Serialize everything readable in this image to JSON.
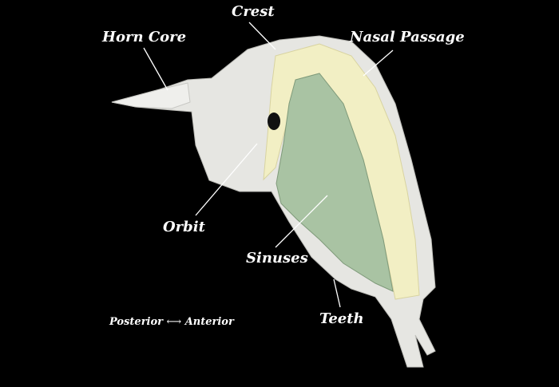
{
  "labels": {
    "crest": "Crest",
    "horn_core": "Horn Core",
    "nasal_passage": "Nasal Passage",
    "orbit": "Orbit",
    "sinuses": "Sinuses",
    "teeth": "Teeth"
  },
  "orientation": {
    "posterior": "Posterior",
    "arrow": "⟷",
    "anterior": "Anterior"
  },
  "colors": {
    "bone": "#e6e6e2",
    "nasal": "#f2efc4",
    "sinus": "#a9c3a3",
    "background": "#000000"
  }
}
